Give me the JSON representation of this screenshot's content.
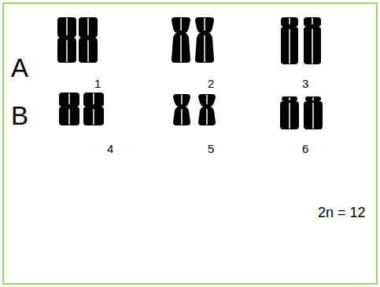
{
  "diagram": {
    "labels": [
      "A",
      "B",
      "1",
      "2",
      "3",
      "4",
      "5",
      "6",
      "2n = 12"
    ]
  }
}
